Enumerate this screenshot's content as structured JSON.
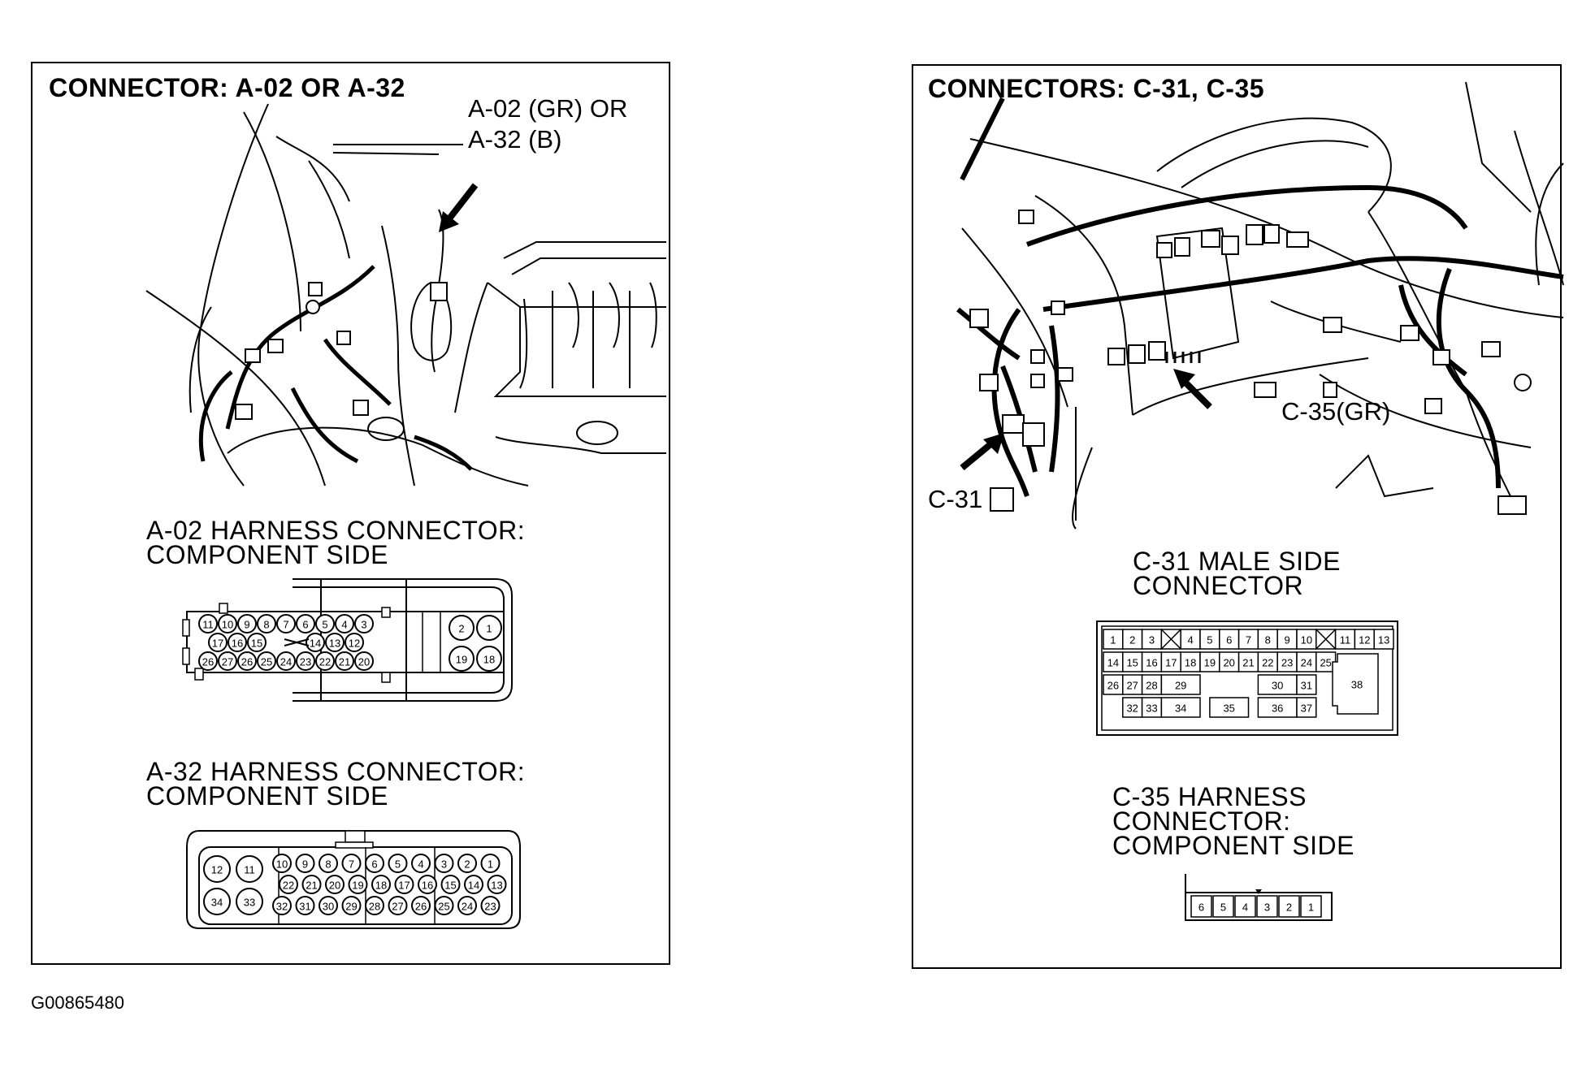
{
  "left": {
    "title": "CONNECTOR: A-02 OR A-32",
    "callout_line1": "A-02 (GR) OR",
    "callout_line2": "A-32 (B)",
    "a02_label": "A-02 HARNESS CONNECTOR:\nCOMPONENT SIDE",
    "a32_label": "A-32 HARNESS CONNECTOR:\nCOMPONENT SIDE",
    "a02_pins": {
      "row1": [
        "11",
        "10",
        "9",
        "8",
        "7",
        "6",
        "5",
        "4",
        "3"
      ],
      "row2": [
        "17",
        "16",
        "15",
        "14",
        "13",
        "12"
      ],
      "row3": [
        "26",
        "27",
        "26",
        "25",
        "24",
        "23",
        "22",
        "21",
        "20"
      ],
      "side_top": [
        "2",
        "1"
      ],
      "side_bottom": [
        "19",
        "18"
      ]
    },
    "a32_pins": {
      "big_top": [
        "12",
        "11"
      ],
      "big_bottom": [
        "34",
        "33"
      ],
      "row1": [
        "10",
        "9",
        "8",
        "7",
        "6",
        "5",
        "4",
        "3",
        "2",
        "1"
      ],
      "row2": [
        "22",
        "21",
        "20",
        "19",
        "18",
        "17",
        "16",
        "15",
        "14",
        "13"
      ],
      "row3": [
        "32",
        "31",
        "30",
        "29",
        "28",
        "27",
        "26",
        "25",
        "24",
        "23"
      ]
    }
  },
  "right": {
    "title": "CONNECTORS: C-31, C-35",
    "callout_c35": "C-35(GR)",
    "callout_c31": "C-31",
    "c31_label": "C-31 MALE SIDE\nCONNECTOR",
    "c35_label": "C-35 HARNESS\nCONNECTOR:\nCOMPONENT SIDE",
    "c31_pins": {
      "row1": [
        "1",
        "2",
        "3",
        "",
        "4",
        "5",
        "6",
        "7",
        "8",
        "9",
        "10",
        "",
        "11",
        "12",
        "13"
      ],
      "row2": [
        "14",
        "15",
        "16",
        "17",
        "18",
        "19",
        "20",
        "21",
        "22",
        "23",
        "24",
        "25"
      ],
      "row3": [
        "26",
        "27",
        "28",
        "29",
        "30",
        "31"
      ],
      "row4": [
        "32",
        "33",
        "34",
        "35",
        "36",
        "37"
      ],
      "big": "38"
    },
    "c35_pins": [
      "6",
      "5",
      "4",
      "3",
      "2",
      "1"
    ]
  },
  "figure_id": "G00865480"
}
